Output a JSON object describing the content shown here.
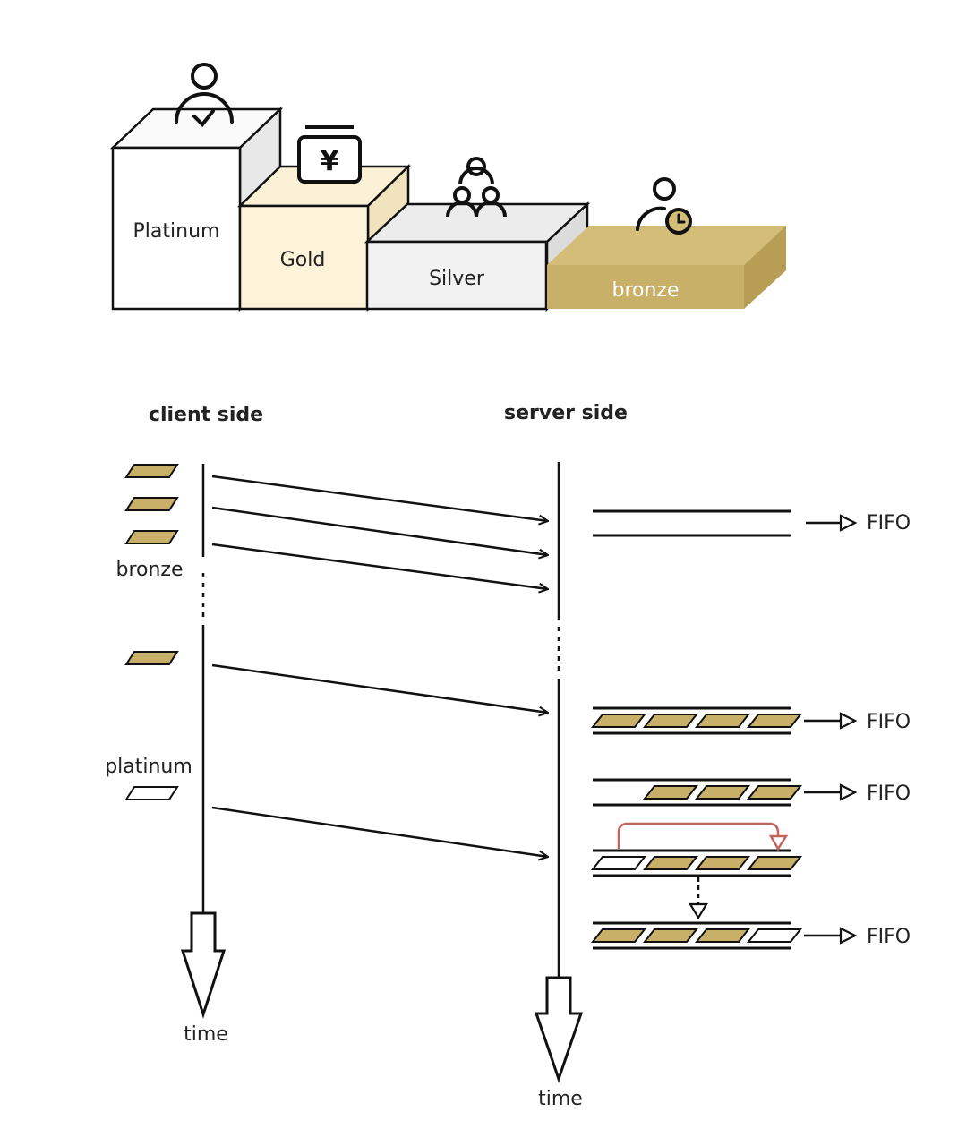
{
  "tiers": {
    "platinum": "Platinum",
    "gold": "Gold",
    "silver": "Silver",
    "bronze": "bronze",
    "yen_symbol": "¥"
  },
  "timeline": {
    "client_header": "client side",
    "server_header": "server side",
    "bronze_label": "bronze",
    "platinum_label": "platinum",
    "client_time": "time",
    "server_time": "time",
    "queue_labels": [
      "FIFO",
      "FIFO",
      "FIFO",
      "FIFO"
    ]
  },
  "colors": {
    "line": "#111111",
    "gold_box_fill": "#fbf1d6",
    "silver_box_fill": "#f1f1f1",
    "bronze_fill": "#c9b068",
    "bronze_side": "#b89d55",
    "bronze_top": "#d4bd78",
    "packet_fill": "#c9b068",
    "priority_arrow": "#c0665f"
  },
  "icons": {
    "platinum": "person-check-icon",
    "gold": "yen-register-icon",
    "silver": "group-icon",
    "bronze": "person-clock-icon"
  }
}
